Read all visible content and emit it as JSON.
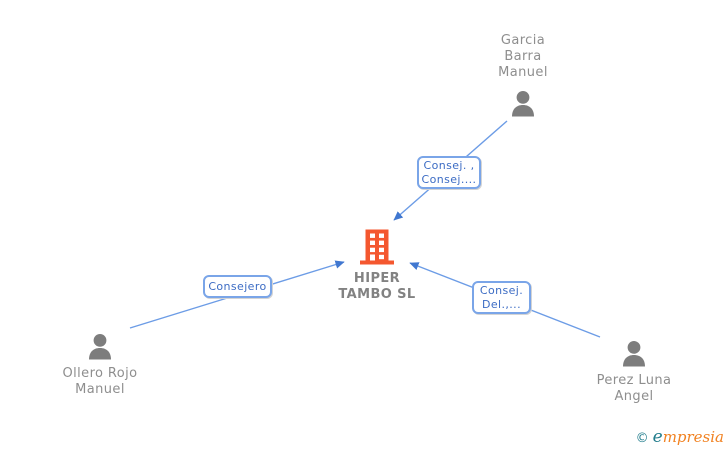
{
  "company": {
    "name_lines": [
      "HIPER",
      "TAMBO SL"
    ]
  },
  "people": {
    "garcia": {
      "name_lines": [
        "Garcia",
        "Barra",
        "Manuel"
      ]
    },
    "ollero": {
      "name_lines": [
        "Ollero Rojo",
        "Manuel"
      ]
    },
    "perez": {
      "name_lines": [
        "Perez Luna",
        "Angel"
      ]
    }
  },
  "edges": {
    "garcia_to_company": {
      "from": "Garcia Barra Manuel",
      "to": "HIPER TAMBO SL",
      "label_lines": [
        "Consej. ,",
        "Consej...."
      ]
    },
    "ollero_to_company": {
      "from": "Ollero Rojo Manuel",
      "to": "HIPER TAMBO SL",
      "label_lines": [
        "Consejero"
      ]
    },
    "perez_to_company": {
      "from": "Perez Luna Angel",
      "to": "HIPER TAMBO SL",
      "label_lines": [
        "Consej.",
        "Del.,..."
      ]
    }
  },
  "watermark": {
    "copyright_symbol": "©",
    "brand_initial": "e",
    "brand_rest": "mpresia"
  },
  "colors": {
    "edge_blue": "#6c9ce6",
    "arrow_blue": "#4077d0",
    "label_border_blue": "#7aa5e8",
    "label_text_blue": "#3c6cc4",
    "person_gray": "#7d7d7d",
    "name_text_gray": "#8e8e8e",
    "company_orange": "#f4572f",
    "watermark_teal": "#227d8d",
    "watermark_orange": "#f18222"
  }
}
